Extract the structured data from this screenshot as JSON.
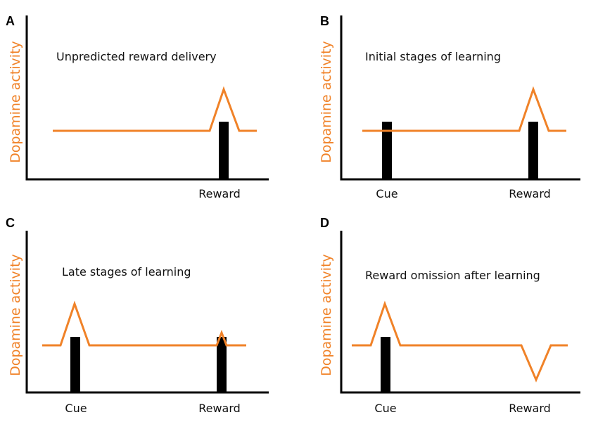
{
  "colors": {
    "dopamine": "#F08228",
    "axis": "#000000",
    "bar": "#000000",
    "text": "#111111"
  },
  "panels": [
    {
      "letter": "A",
      "caption": "Unpredicted reward delivery",
      "ylabel": "Dopamine activity",
      "events": [
        {
          "label": "Reward",
          "response": "peak"
        }
      ]
    },
    {
      "letter": "B",
      "caption": "Initial stages of learning",
      "ylabel": "Dopamine activity",
      "events": [
        {
          "label": "Cue",
          "response": "none"
        },
        {
          "label": "Reward",
          "response": "peak"
        }
      ]
    },
    {
      "letter": "C",
      "caption": "Late stages of learning",
      "ylabel": "Dopamine activity",
      "events": [
        {
          "label": "Cue",
          "response": "peak"
        },
        {
          "label": "Reward",
          "response": "small-peak"
        }
      ]
    },
    {
      "letter": "D",
      "caption": "Reward omission after learning",
      "ylabel": "Dopamine activity",
      "events": [
        {
          "label": "Cue",
          "response": "peak"
        },
        {
          "label": "Reward",
          "response": "dip",
          "omitted": true
        }
      ]
    }
  ]
}
